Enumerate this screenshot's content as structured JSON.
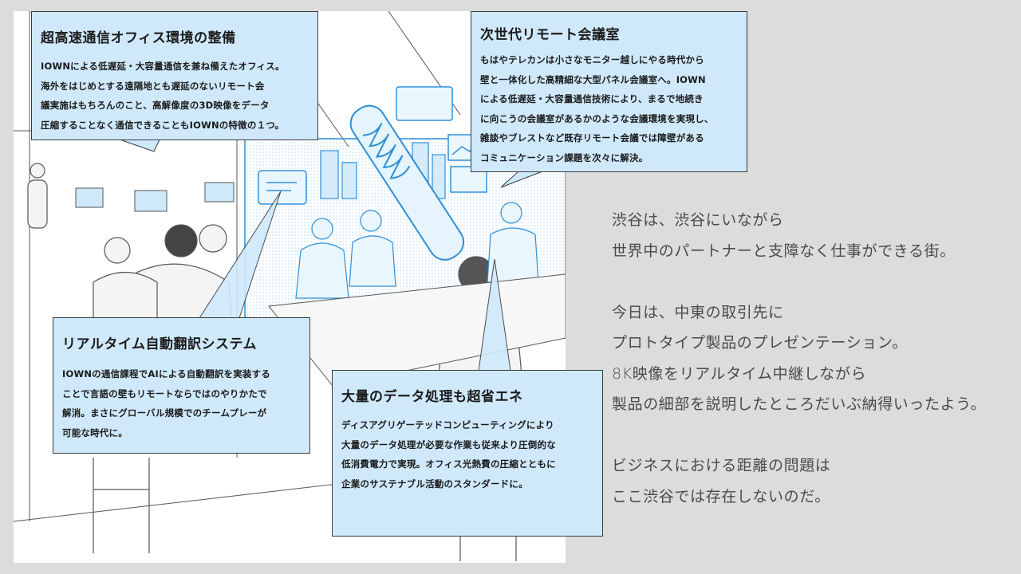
{
  "callouts": {
    "c1": {
      "title": "超高速通信オフィス環境の整備",
      "text": "IOWNによる低遅延・大容量通信を兼ね備えたオフィス。\n海外をはじめとする遠隔地とも遅延のないリモート会\n議実施はもちろんのこと、高解像度の3D映像をデータ\n圧縮することなく通信できることもIOWNの特徴の１つ。"
    },
    "c2": {
      "title": "次世代リモート会議室",
      "text": "もはやテレカンは小さなモニター越しにやる時代から\n壁と一体化した高精細な大型パネル会議室へ。IOWN\nによる低遅延・大容量通信技術により、まるで地続き\nに向こうの会議室があるかのような会議環境を実現し、\n雑談やブレストなど既存リモート会議では障壁がある\nコミュニケーション課題を次々に解決。"
    },
    "c3": {
      "title": "リアルタイム自動翻訳システム",
      "text": "IOWNの通信課程でAIによる自動翻訳を実装する\nことで言語の壁もリモートならではのやりかたで\n解消。まさにグローバル規模でのチームプレーが\n可能な時代に。"
    },
    "c4": {
      "title": "大量のデータ処理も超省エネ",
      "text": "ディスアグリゲーテッドコンピューティングにより\n大量のデータ処理が必要な作業も従来より圧倒的な\n低消費電力で実現。オフィス光熱費の圧縮とともに\n企業のサステナブル活動のスタンダードに。"
    }
  },
  "narrative": {
    "p1": [
      "渋谷は、渋谷にいながら",
      "世界中のパートナーと支障なく仕事ができる街。"
    ],
    "p2": [
      "今日は、中東の取引先に",
      "プロトタイプ製品のプレゼンテーション。",
      "8K映像をリアルタイム中継しながら",
      "製品の細部を説明したところだいぶ納得いったよう。"
    ],
    "p3": [
      "ビジネスにおける距離の問題は",
      "ここ渋谷では存在しないのだ。"
    ]
  },
  "colors": {
    "background": "#dcdcdc",
    "callout_fill": "#cfe9fb",
    "accent_blue": "#2f8fd8",
    "narrative_text": "#4a4a4a"
  }
}
